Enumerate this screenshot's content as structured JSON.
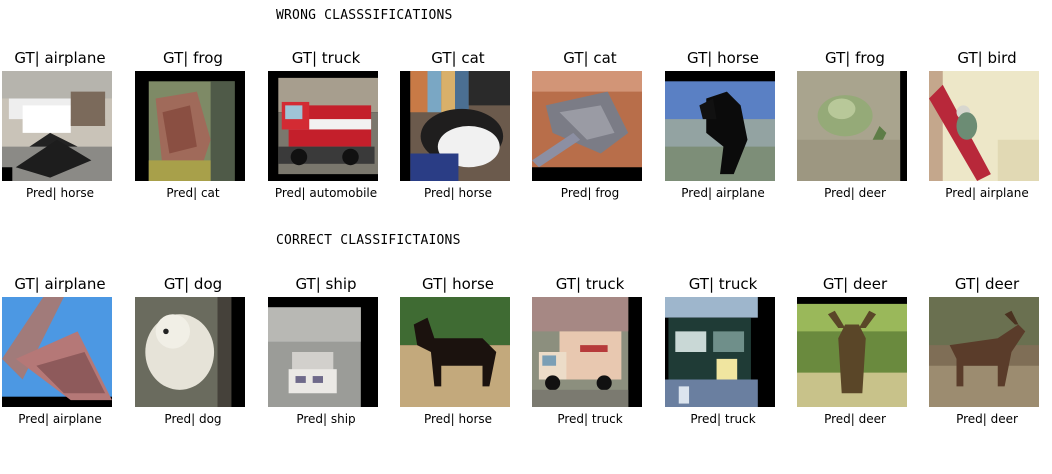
{
  "sections": {
    "wrong_title": "WRONG CLASSSIFICATIONS",
    "correct_title": "CORRECT CLASSIFICTAIONS"
  },
  "wrong": [
    {
      "gt": "GT| airplane",
      "pred": "Pred| horse"
    },
    {
      "gt": "GT| frog",
      "pred": "Pred| cat"
    },
    {
      "gt": "GT| truck",
      "pred": "Pred| automobile"
    },
    {
      "gt": "GT| cat",
      "pred": "Pred| horse"
    },
    {
      "gt": "GT| cat",
      "pred": "Pred| frog"
    },
    {
      "gt": "GT| horse",
      "pred": "Pred| airplane"
    },
    {
      "gt": "GT| frog",
      "pred": "Pred| deer"
    },
    {
      "gt": "GT| bird",
      "pred": "Pred| airplane"
    }
  ],
  "correct": [
    {
      "gt": "GT| airplane",
      "pred": "Pred| airplane"
    },
    {
      "gt": "GT| dog",
      "pred": "Pred| dog"
    },
    {
      "gt": "GT| ship",
      "pred": "Pred| ship"
    },
    {
      "gt": "GT| horse",
      "pred": "Pred| horse"
    },
    {
      "gt": "GT| truck",
      "pred": "Pred| truck"
    },
    {
      "gt": "GT| truck",
      "pred": "Pred| truck"
    },
    {
      "gt": "GT| deer",
      "pred": "Pred| deer"
    },
    {
      "gt": "GT| deer",
      "pred": "Pred| deer"
    }
  ]
}
